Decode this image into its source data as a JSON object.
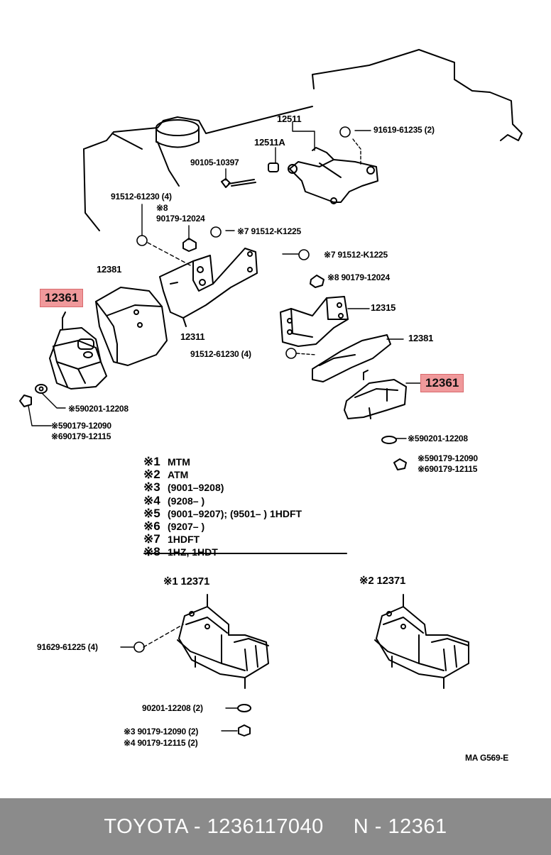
{
  "labels": {
    "p12511": "12511",
    "p91619": "91619-61235 (2)",
    "p12511a": "12511A",
    "p90105": "90105-10397",
    "p91512_61230_top": "91512-61230 (4)",
    "p90179_12024_left": "90179-12024",
    "p91512_k1225_a": "※7 91512-K1225",
    "p91512_k1225_b": "※7 91512-K1225",
    "p90179_12024_right": "※8 90179-12024",
    "p12381_left": "12381",
    "p12381_right": "12381",
    "p12311": "12311",
    "p12315": "12315",
    "p91512_61230_mid": "91512-61230 (4)",
    "p90201_left": "※590201-12208",
    "p90179_12090_left": "※590179-12090",
    "p90179_12115_left": "※690179-12115",
    "p90201_right": "※590201-12208",
    "p90179_12090_right": "※590179-12090",
    "p90179_12115_right": "※690179-12115",
    "p12371_a": "※1  12371",
    "p12371_b": "※2  12371",
    "p91629": "91629-61225 (4)",
    "p90201_bottom": "90201-12208 (2)",
    "p90179_12090_bottom": "※3 90179-12090 (2)",
    "p90179_12115_bottom": "※4 90179-12115 (2)",
    "ref": "MA  G569-E",
    "marker_8": "※8"
  },
  "highlights": {
    "left": "12361",
    "right": "12361"
  },
  "legend": [
    {
      "mark": "※1",
      "text": "MTM"
    },
    {
      "mark": "※2",
      "text": "ATM"
    },
    {
      "mark": "※3",
      "text": "(9001–9208)"
    },
    {
      "mark": "※4",
      "text": "(9208–          )"
    },
    {
      "mark": "※5",
      "text": "(9001–9207); (9501–          ) 1HDFT"
    },
    {
      "mark": "※6",
      "text": "(9207–          )"
    },
    {
      "mark": "※7",
      "text": "1HDFT"
    },
    {
      "mark": "※8",
      "text": "1HZ, 1HDT"
    }
  ],
  "footer": {
    "brand_part": "TOYOTA - 1236117040",
    "ref_part": "N - 12361"
  },
  "colors": {
    "highlight": "#f0999b",
    "footer_bg": "#8b8b8b",
    "footer_text": "#ffffff"
  }
}
